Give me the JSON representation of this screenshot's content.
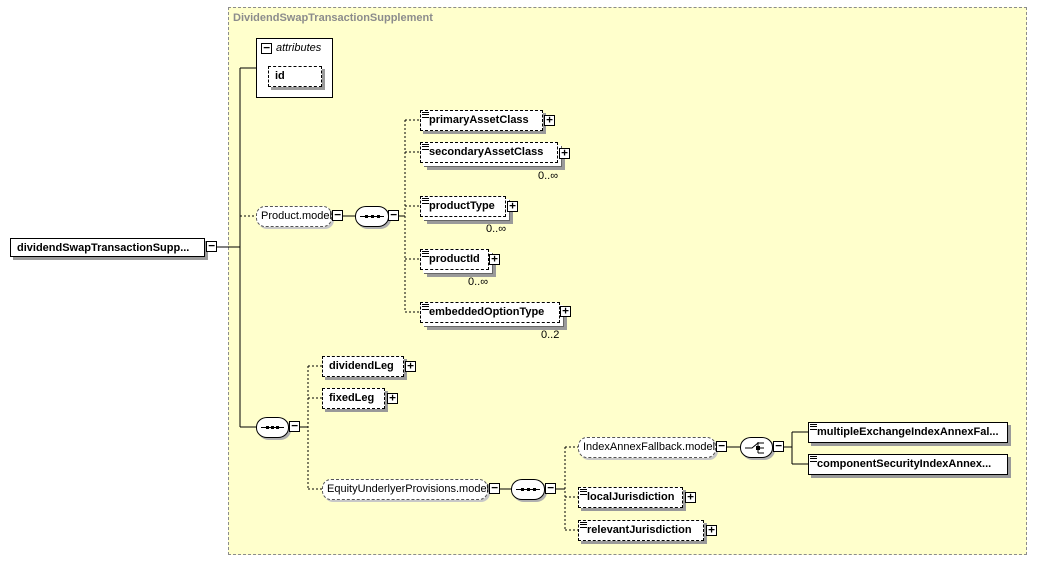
{
  "complex_type": {
    "name": "DividendSwapTransactionSupplement"
  },
  "root_element": {
    "label": "dividendSwapTransactionSupp..."
  },
  "attributes": {
    "title": "attributes",
    "items": [
      "id"
    ]
  },
  "product_model": {
    "label": "Product.model",
    "elements": [
      {
        "label": "primaryAssetClass",
        "occurrence": ""
      },
      {
        "label": "secondaryAssetClass",
        "occurrence": "0..∞"
      },
      {
        "label": "productType",
        "occurrence": "0..∞"
      },
      {
        "label": "productId",
        "occurrence": "0..∞"
      },
      {
        "label": "embeddedOptionType",
        "occurrence": "0..2"
      }
    ]
  },
  "legs": {
    "dividend_leg": "dividendLeg",
    "fixed_leg": "fixedLeg"
  },
  "equity_provisions": {
    "label": "EquityUnderlyerProvisions.model",
    "fallback_group": "IndexAnnexFallback.model",
    "choice_elements": [
      "multipleExchangeIndexAnnexFal...",
      "componentSecurityIndexAnnex..."
    ],
    "local_jurisdiction": "localJurisdiction",
    "relevant_jurisdiction": "relevantJurisdiction"
  },
  "icons": {
    "expand": "plus-box-icon",
    "collapse": "minus-box-icon",
    "sequence": "sequence-compositor-icon",
    "choice": "choice-compositor-icon",
    "documentation": "documentation-lines-icon"
  }
}
